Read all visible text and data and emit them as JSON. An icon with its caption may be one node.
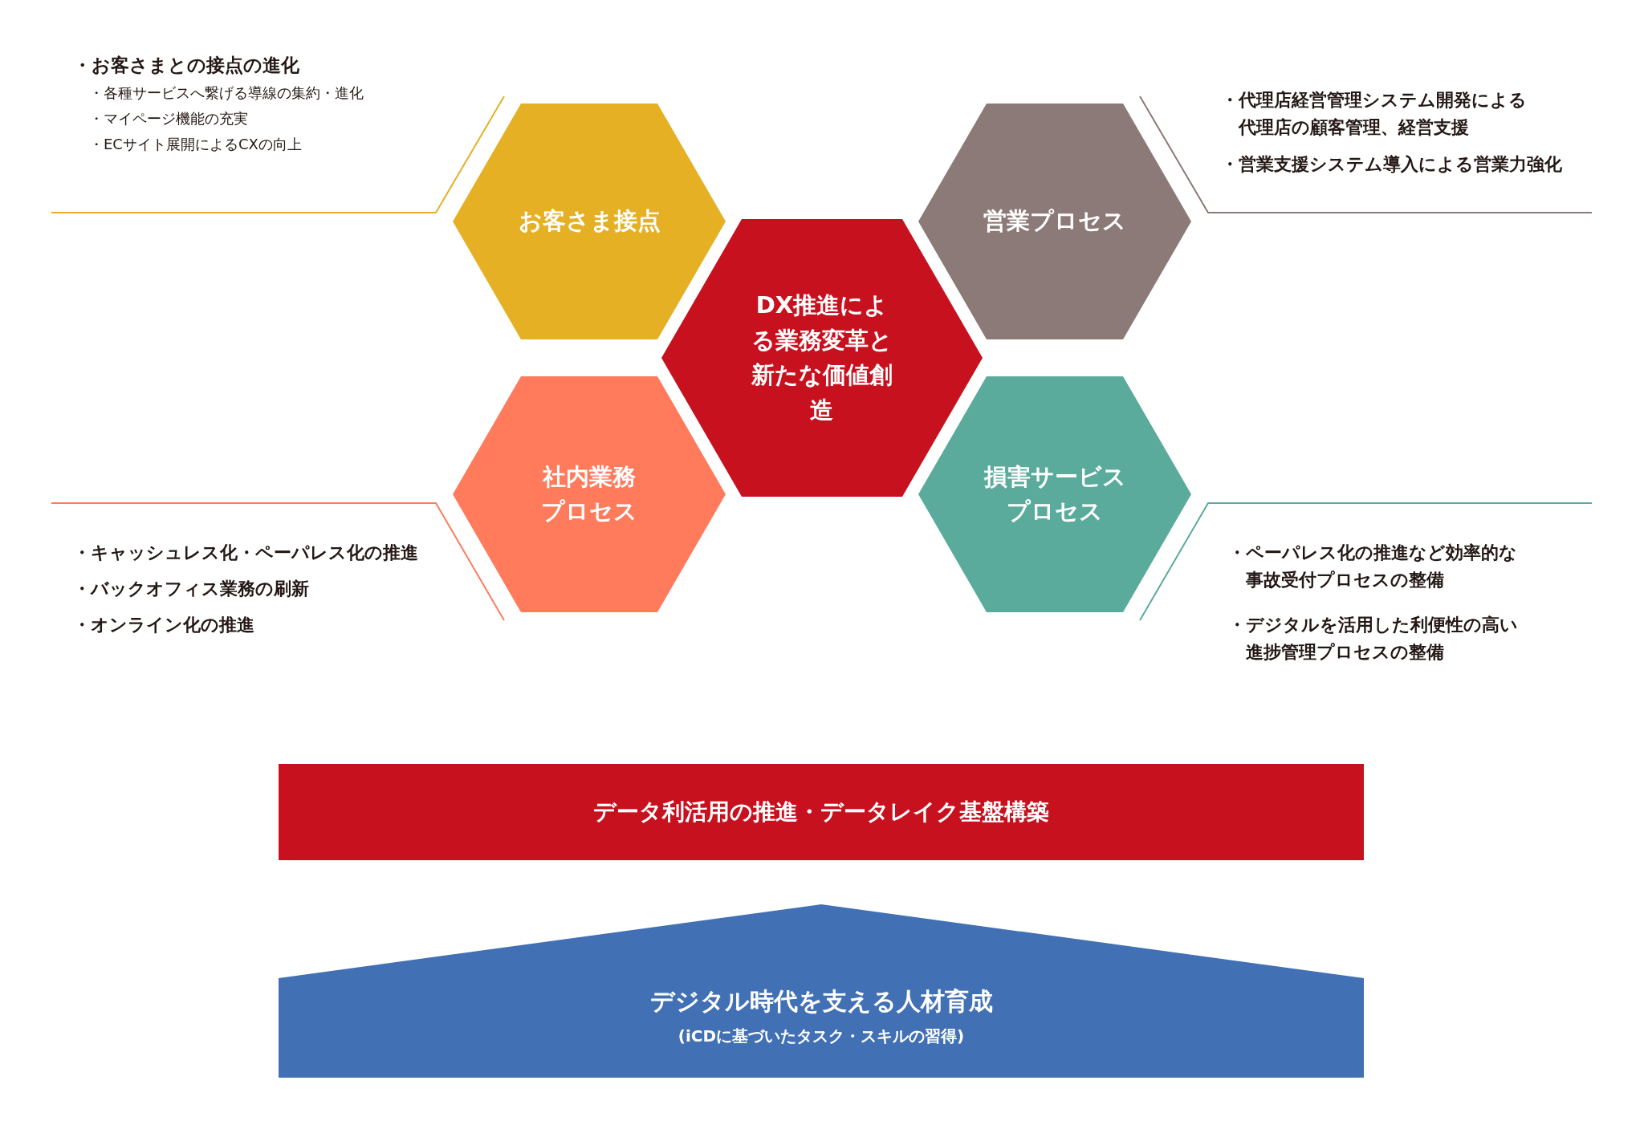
{
  "diagram": {
    "nodes": [
      {
        "text": [
          "お客さま接点"
        ],
        "beside": [
          "・お客さまとの接点の進化",
          "・各種サービスへ繋げる導線の集約・進化",
          "・マイページ機能の充実",
          "・ECサイト展開によるCXの向上"
        ]
      },
      {
        "text": [
          "営業プロセス"
        ],
        "beside": [
          "・代理店経営管理システム開発による代理店の顧客管理、経営支援",
          "・営業支援システム導入による営業力強化"
        ]
      },
      {
        "text": [
          "DX推進による業務変革と新たな価値創造"
        ]
      },
      {
        "text": [
          "社内業務プロセス"
        ],
        "beside": [
          "・キャッシュレス化・ペーパレス化の推進",
          "・バックオフィス業務の刷新",
          "・オンライン化の推進"
        ]
      },
      {
        "text": [
          "損害サービスプロセス"
        ],
        "beside": [
          "・ペーパレス化の推進など効率的な事故受付プロセスの整備",
          "・デジタルを活用した利便性の高い進捗管理プロセスの整備"
        ]
      },
      {
        "text": [
          "データ利活用の推進・データレイク基盤構築"
        ]
      },
      {
        "text": [
          "デジタル時代を支える人材育成",
          "(iCDに基づいたタスク・スキルの習得)"
        ]
      }
    ]
  }
}
